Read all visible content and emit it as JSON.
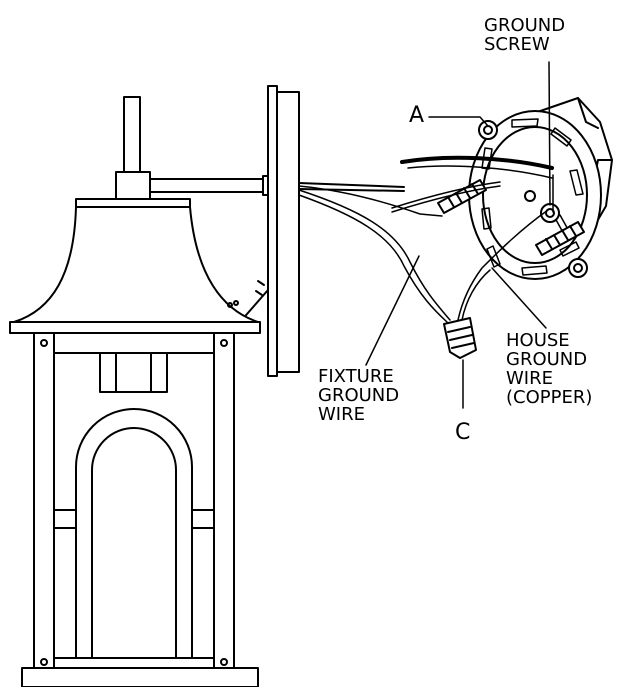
{
  "labels": {
    "ground_screw": "GROUND\nSCREW",
    "a": "A",
    "fixture_ground_wire": "FIXTURE\nGROUND\nWIRE",
    "house_ground_wire": "HOUSE\nGROUND\nWIRE\n(COPPER)",
    "c": "C"
  },
  "colors": {
    "line": "#000000",
    "fill": "#ffffff"
  }
}
